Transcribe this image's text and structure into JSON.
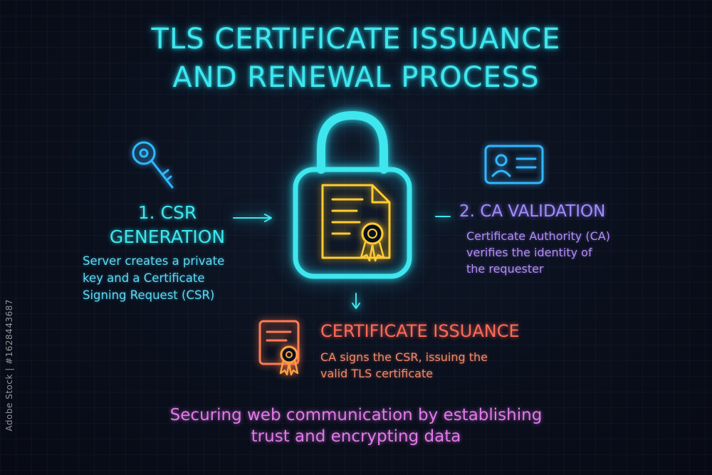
{
  "title": {
    "line1": "TLS CERTIFICATE ISSUANCE",
    "line2": "AND RENEWAL PROCESS"
  },
  "steps": [
    {
      "title_line1": "1. CSR",
      "title_line2": "GENERATION",
      "desc_line1": "Server creates a private",
      "desc_line2": "key and a Certificate",
      "desc_line3": "Signing Request (CSR)",
      "icon": "key-icon",
      "color": "#3fe6ee"
    },
    {
      "title": "2. CA VALIDATION",
      "desc_line1": "Certificate Authority (CA)",
      "desc_line2": "verifies the identity of",
      "desc_line3": "the requester",
      "icon": "id-card-icon",
      "color": "#a18bff"
    },
    {
      "title": "CERTIFICATE ISSUANCE",
      "desc_line1": "CA signs the CSR, issuing the",
      "desc_line2": "valid TLS certificate",
      "icon": "certificate-icon",
      "color": "#ff6a58"
    }
  ],
  "footer": {
    "line1": "Securing web communication by establishing",
    "line2": "trust and encrypting data"
  },
  "watermark": "Adobe Stock | #1628443687",
  "center_icon": "padlock-certificate-icon"
}
